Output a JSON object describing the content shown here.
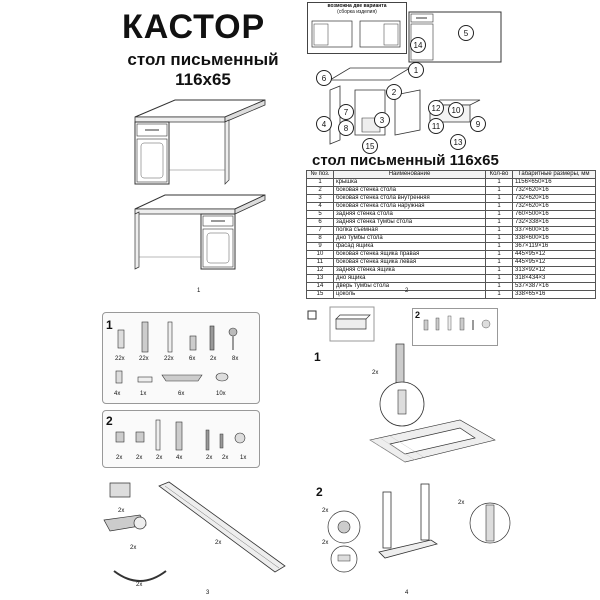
{
  "header": {
    "brand": "КАСТОР",
    "product_line1": "стол письменный",
    "product_line2": "116x65"
  },
  "panel2": {
    "note_line1": "возможна две варианта",
    "note_line2": "(сборка изделия)",
    "parts_title": "стол письменный 116x65",
    "circle_labels": [
      "5",
      "6",
      "14",
      "1",
      "2",
      "3",
      "4",
      "7",
      "8",
      "10",
      "11",
      "12",
      "13",
      "9",
      "15"
    ],
    "table_headers": [
      "№ поз.",
      "Наименование",
      "Кол-во",
      "Габаритные размеры, мм"
    ],
    "table_rows": [
      [
        "1",
        "крышка",
        "1",
        "1156×650×16"
      ],
      [
        "2",
        "боковая стенка стола",
        "1",
        "732×620×16"
      ],
      [
        "3",
        "боковая стенка стола внутренняя",
        "1",
        "732×620×16"
      ],
      [
        "4",
        "боковая стенка стола наружная",
        "1",
        "732×620×16"
      ],
      [
        "5",
        "задняя стенка стола",
        "1",
        "760×500×16"
      ],
      [
        "6",
        "задняя стенка тумбы стола",
        "1",
        "732×338×16"
      ],
      [
        "7",
        "полка съемная",
        "1",
        "337×600×16"
      ],
      [
        "8",
        "дно тумбы стола",
        "1",
        "338×600×16"
      ],
      [
        "9",
        "фасад ящика",
        "1",
        "367×119×16"
      ],
      [
        "10",
        "боковая стенка ящика правая",
        "1",
        "445×95×12"
      ],
      [
        "11",
        "боковая стенка ящика левая",
        "1",
        "445×95×12"
      ],
      [
        "12",
        "задняя стенка ящика",
        "1",
        "313×92×12"
      ],
      [
        "13",
        "дно ящика",
        "1",
        "318×434×3"
      ],
      [
        "14",
        "дверь тумбы стола",
        "1",
        "537×387×16"
      ],
      [
        "15",
        "цоколь",
        "1",
        "338×65×16"
      ]
    ]
  },
  "page_numbers": [
    "1",
    "2",
    "3",
    "4"
  ],
  "panel3": {
    "step1": "1",
    "step2": "2",
    "row1_counts": [
      "22x",
      "22x",
      "22x",
      "6x",
      "2x",
      "8x"
    ],
    "row1b_counts": [
      "4x",
      "1x",
      "6x",
      "10x"
    ],
    "row2_counts": [
      "2x",
      "2x",
      "2x",
      "4x",
      "2x",
      "2x",
      "1x"
    ],
    "hinge_count": "2x",
    "hinge2_count": "2x",
    "rail_count": "2x",
    "handle_count": "2x"
  },
  "panel4": {
    "step1": "1",
    "step2": "2",
    "mini_step": "2",
    "detail_count1": "2x",
    "detail_count2": "2x",
    "detail_count3": "2x",
    "detail_count4": "2x"
  }
}
